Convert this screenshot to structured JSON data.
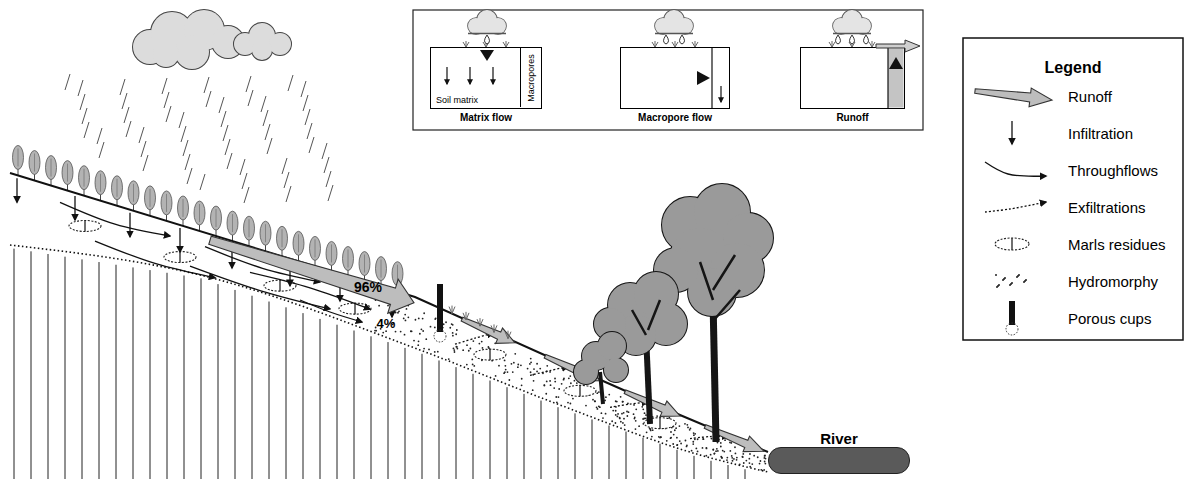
{
  "diagram": {
    "nodes": [
      {
        "text": [
          "Matrix flow",
          "Soil matrix"
        ]
      },
      {
        "text": [
          "Macropores"
        ],
        "in": 0
      },
      {
        "text": [
          "Macropore flow"
        ]
      },
      {
        "text": [
          "Runoff"
        ]
      },
      {
        "text": [
          "River"
        ]
      }
    ],
    "labels": [
      "96%",
      "4%",
      "Legend"
    ],
    "legend": [
      {
        "text": "Runoff"
      },
      {
        "text": "Infiltration"
      },
      {
        "text": "Throughflows"
      },
      {
        "text": "Exfiltrations"
      },
      {
        "text": "Marls residues"
      },
      {
        "text": "Hydromorphy"
      },
      {
        "text": "Porous cups"
      }
    ]
  }
}
